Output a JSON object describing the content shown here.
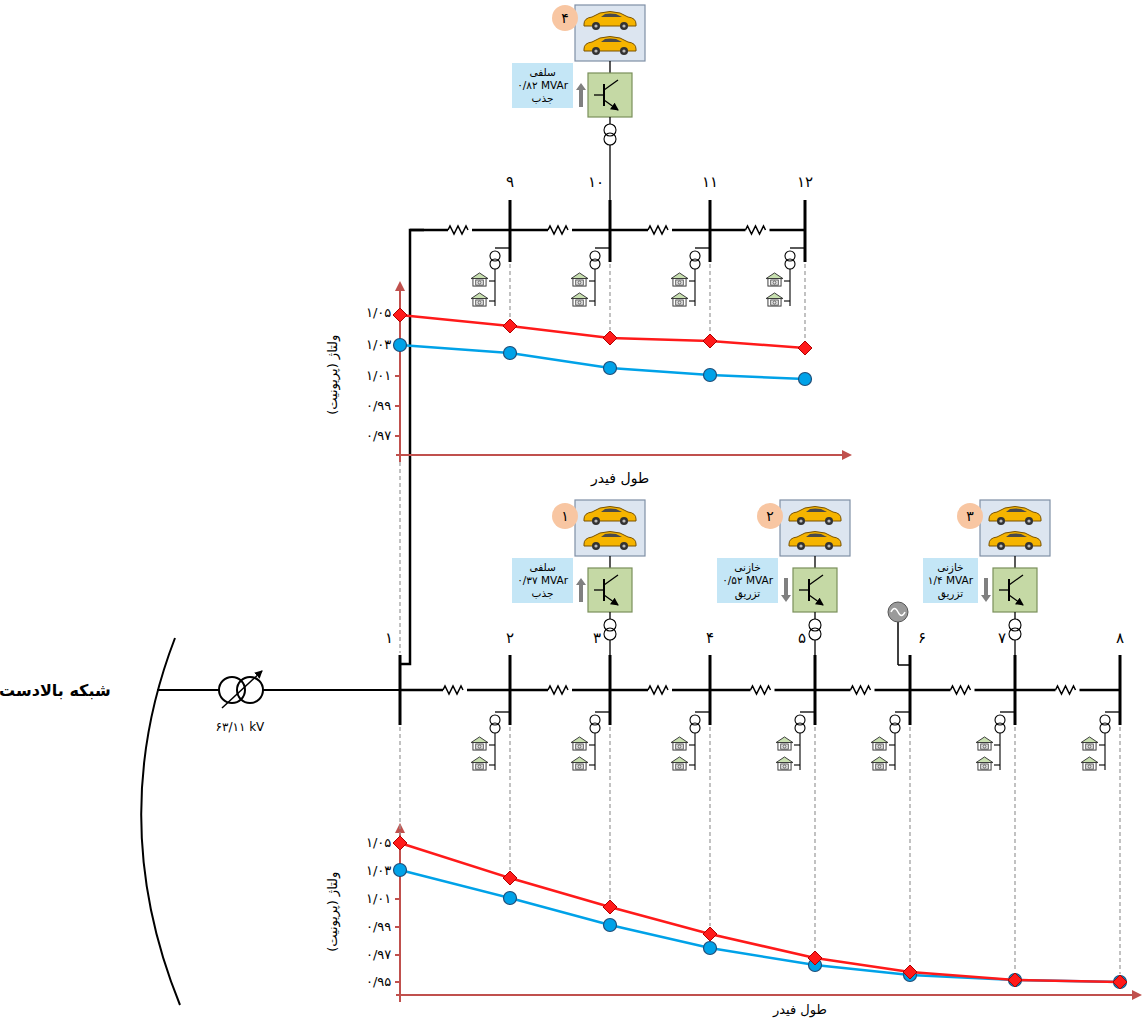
{
  "diagram": {
    "nodes": [
      {
        "text": [
          "سلفی",
          "۰/۸۲ MVAr",
          "جذب"
        ]
      },
      {
        "text": [
          "سلفی",
          "۰/۳۷ MVAr",
          "جذب"
        ]
      },
      {
        "text": [
          "خازنی",
          "۰/۵۲ MVAr",
          "تزریق"
        ]
      },
      {
        "text": [
          "خازنی",
          "۱/۴ MVAr",
          "تزریق"
        ]
      }
    ],
    "labels": [
      "شبکه بالادست",
      "۶۳/۱۱ kV",
      "۱",
      "۲",
      "۳",
      "۴",
      "۵",
      "۶",
      "۷",
      "۸",
      "۹",
      "۱۰",
      "۱۱",
      "۱۲",
      "۱",
      "۲",
      "۳",
      "۴",
      "ولتاژ (پریونیت)",
      "۱/۰۵",
      "۱/۰۳",
      "۱/۰۱",
      "۰/۹۹",
      "۰/۹۷",
      "طول فیدر",
      "ولتاژ (پریونیت)",
      "۱/۰۵",
      "۱/۰۳",
      "۱/۰۱",
      "۰/۹۹",
      "۰/۹۷",
      "۰/۹۵",
      "طول فیدر"
    ]
  }
}
